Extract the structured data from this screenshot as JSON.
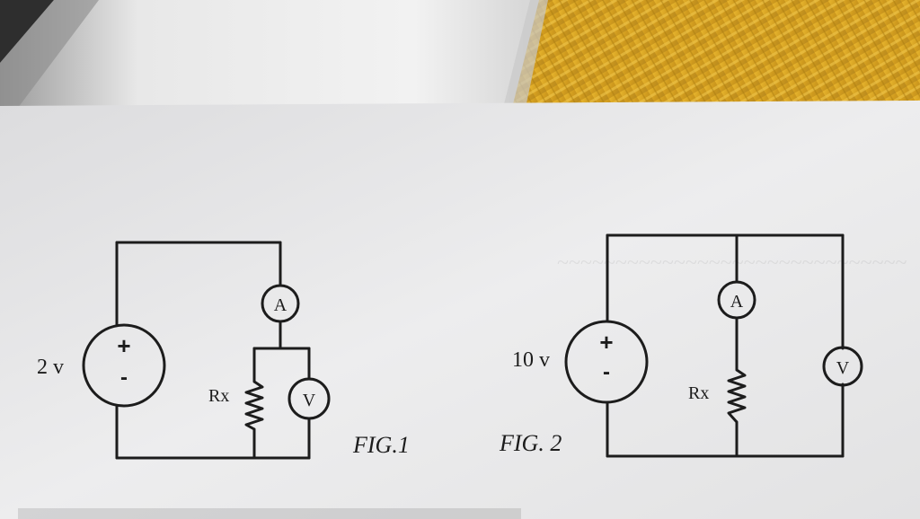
{
  "fig1": {
    "label": "FIG.1",
    "source_voltage": "2 v",
    "source_plus": "+",
    "source_minus": "-",
    "ammeter": "A",
    "voltmeter": "V",
    "resistor": "Rx"
  },
  "fig2": {
    "label": "FIG. 2",
    "source_voltage": "10 v",
    "source_plus": "+",
    "source_minus": "-",
    "ammeter": "A",
    "voltmeter": "V",
    "resistor": "Rx"
  },
  "colors": {
    "paper": "#e9e9ea",
    "ink": "#1c1c1c",
    "fabric_gold": "#d9a426",
    "fabric_white": "#e6e6e6"
  }
}
